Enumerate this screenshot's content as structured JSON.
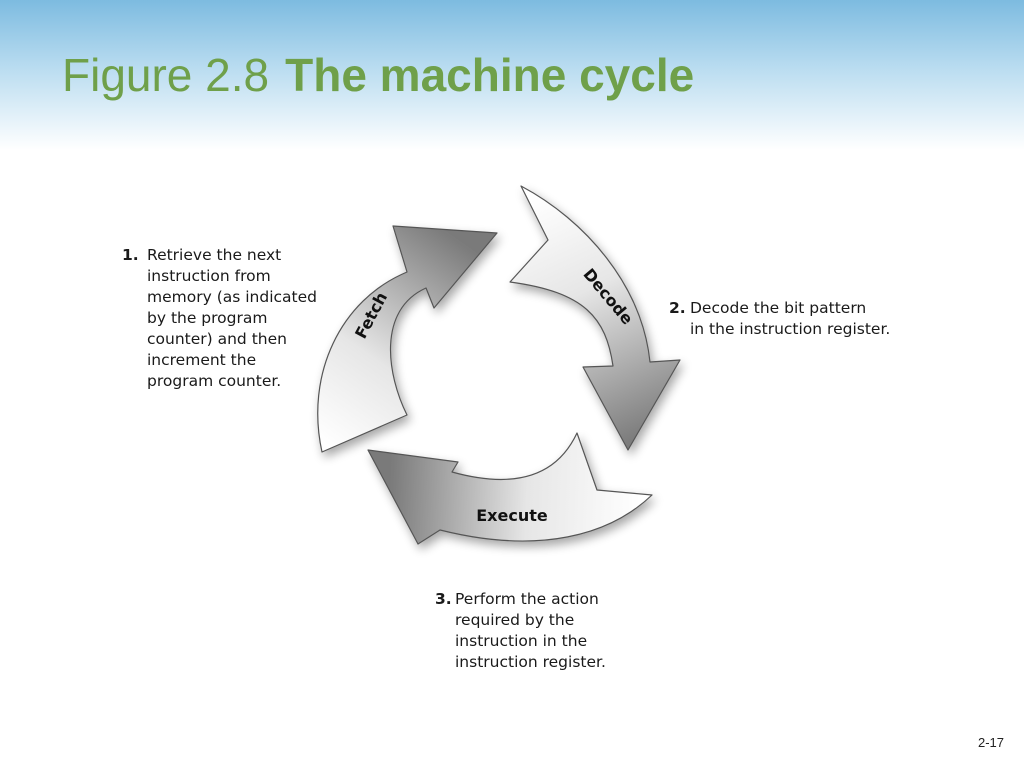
{
  "slide": {
    "title_lead": "Figure 2.8",
    "title_main": "The machine cycle",
    "page_number": "2-17"
  },
  "diagram": {
    "arrows": {
      "fetch": "Fetch",
      "decode": "Decode",
      "execute": "Execute"
    },
    "steps": [
      {
        "number": "1.",
        "text": "Retrieve the next\ninstruction from\nmemory (as indicated\nby the program\ncounter) and then\nincrement the\nprogram counter."
      },
      {
        "number": "2.",
        "text": "Decode the bit pattern\nin the instruction register."
      },
      {
        "number": "3.",
        "text": "Perform the action\nrequired by the\ninstruction in the\ninstruction register."
      }
    ]
  },
  "colors": {
    "title": "#6fa04a",
    "header_top": "#7dbbe0",
    "arrow_dark": "#7d7d7d",
    "arrow_light": "#ffffff"
  }
}
